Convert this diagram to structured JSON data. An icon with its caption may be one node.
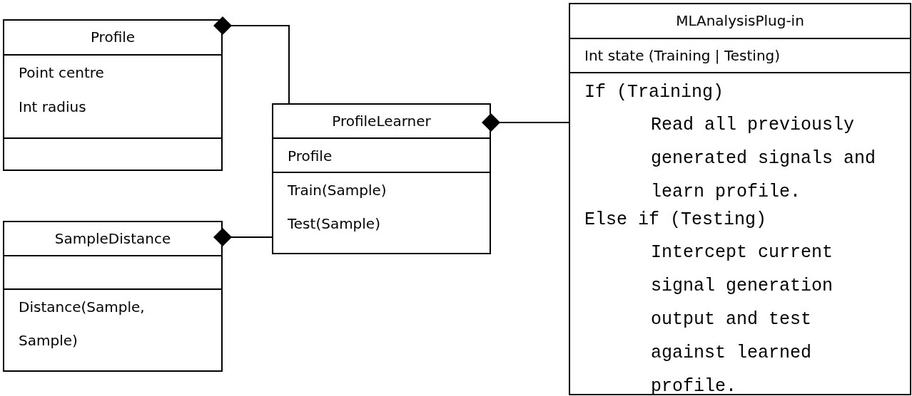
{
  "diagram": {
    "nodes": [
      {
        "text": [
          "Profile",
          "Point centre",
          "Int radius"
        ]
      },
      {
        "text": [
          "ProfileLearner",
          "Profile",
          "Train(Sample)",
          "Test(Sample)"
        ]
      },
      {
        "text": [
          "SampleDistance",
          "Distance(Sample, Sample)"
        ]
      },
      {
        "text": [
          "MLAnalysisPlug-in",
          "Int state (Training | Testing)",
          "If (Training)",
          "Read all previously generated signals and learn profile.",
          "Else if (Testing)",
          "Intercept current signal generation output and test against learned profile."
        ]
      }
    ],
    "edges": [
      {
        "from": 1,
        "to": 0,
        "arrow": "other"
      },
      {
        "from": 1,
        "to": 2,
        "arrow": "other"
      },
      {
        "from": 3,
        "to": 1,
        "arrow": "other"
      }
    ]
  }
}
